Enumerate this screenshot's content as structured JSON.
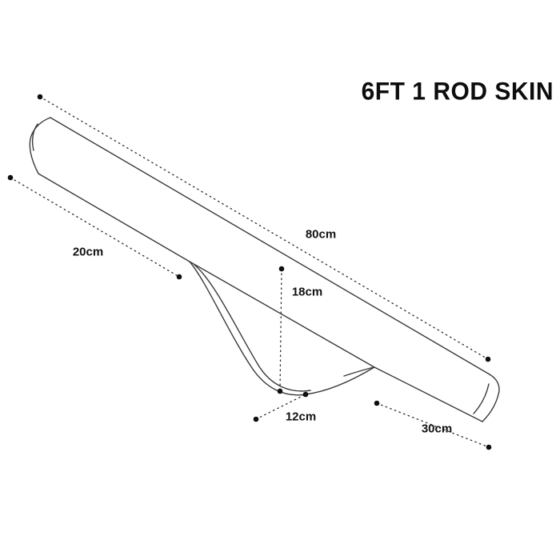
{
  "title": "6FT 1 ROD SKIN",
  "dimensions": {
    "total_length": "80cm",
    "left_section": "20cm",
    "pocket_depth": "18cm",
    "pocket_width": "12cm",
    "right_section": "30cm"
  }
}
